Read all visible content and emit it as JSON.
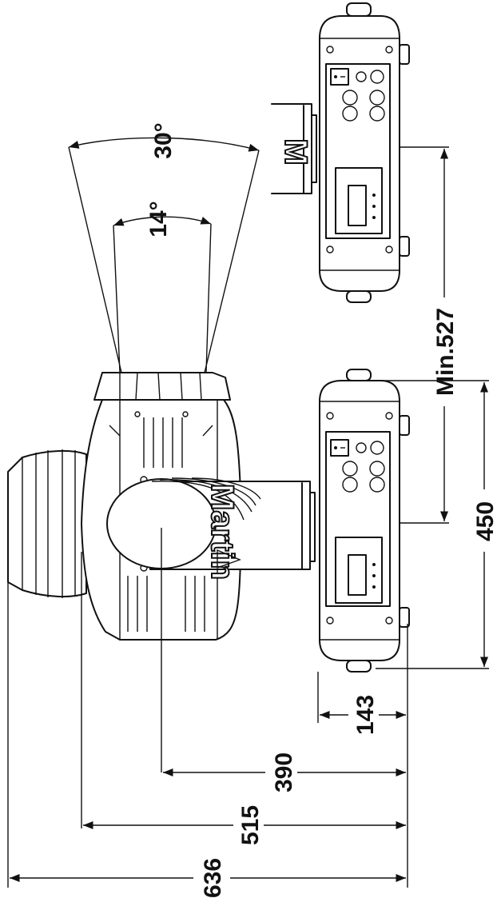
{
  "drawing": {
    "brand": "Martin",
    "brand_mirrored": "M",
    "beam_angles": {
      "wide": "30°",
      "narrow": "14°"
    },
    "dimensions": {
      "overall": "636",
      "mid": "515",
      "pivot": "390",
      "base_depth": "143",
      "base_length": "450",
      "min_spacing": "Min.527"
    },
    "colors": {
      "ink": "#111111",
      "paper": "#ffffff"
    }
  }
}
